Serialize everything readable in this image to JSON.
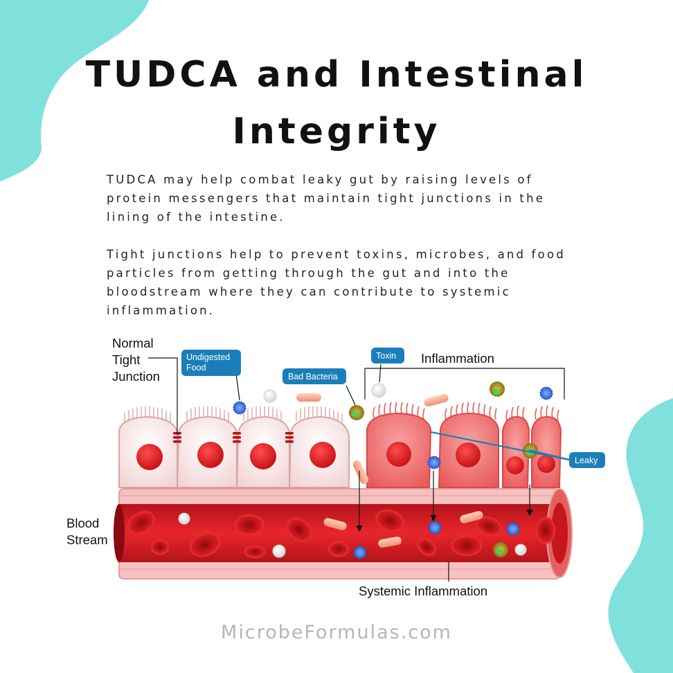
{
  "title": {
    "line1": "TUDCA and Intestinal",
    "line2": "Integrity"
  },
  "paragraphs": [
    "TUDCA may help combat leaky gut by raising levels of protein messengers that maintain tight junctions in the lining of the intestine.",
    "Tight junctions help to prevent toxins, microbes, and food particles from getting through the gut and into the bloodstream where they can contribute to systemic inflammation."
  ],
  "diagram": {
    "normal_tight_junction": [
      "Normal",
      "Tight",
      "Junction"
    ],
    "undigested_food": [
      "Undigested",
      "Food"
    ],
    "bad_bacteria": "Bad Bacteria",
    "toxin": "Toxin",
    "inflammation": "Inflammation",
    "leaky": "Leaky",
    "blood_stream": [
      "Blood",
      "Stream"
    ],
    "systemic_inflammation": "Systemic Inflammation"
  },
  "colors": {
    "teal_blob": "#7fe0dc",
    "callout_blue": "#1a7fb8",
    "healthy_cell": "#f7e3e3",
    "inflamed_cell": "#ef6a6a",
    "blood": "#e8262b"
  },
  "footer": "MicrobeFormulas.com"
}
